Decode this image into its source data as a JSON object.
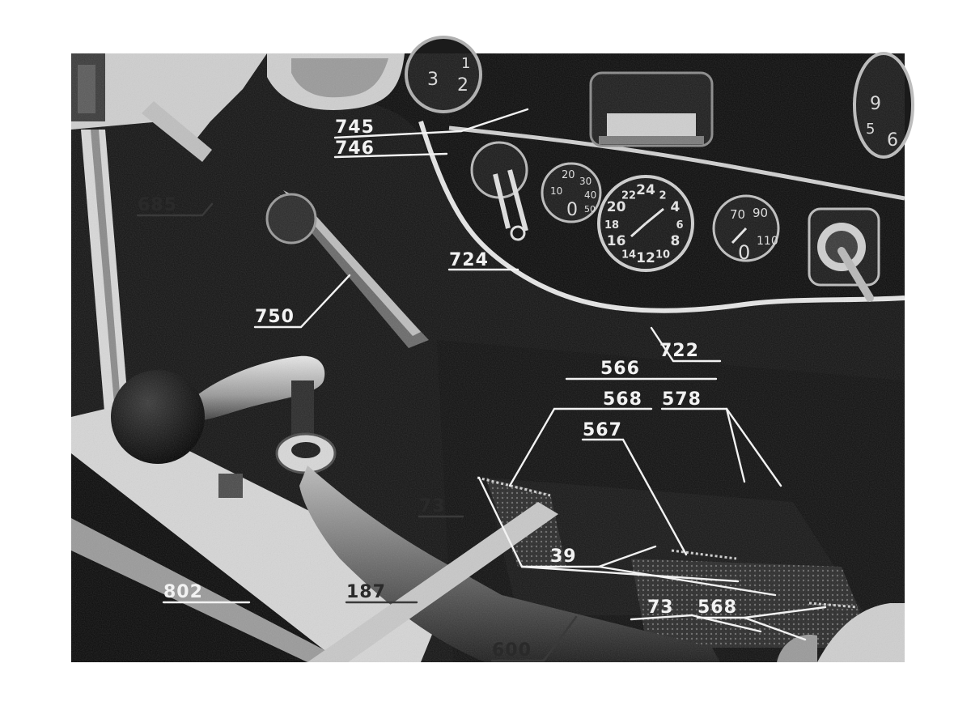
{
  "figure": {
    "callouts": [
      {
        "id": "c745",
        "text": "745"
      },
      {
        "id": "c746",
        "text": "746"
      },
      {
        "id": "c685",
        "text": "685"
      },
      {
        "id": "c724",
        "text": "724"
      },
      {
        "id": "c750",
        "text": "750"
      },
      {
        "id": "c722",
        "text": "722"
      },
      {
        "id": "c566",
        "text": "566"
      },
      {
        "id": "c568a",
        "text": "568"
      },
      {
        "id": "c578",
        "text": "578"
      },
      {
        "id": "c567",
        "text": "567"
      },
      {
        "id": "c73a",
        "text": "73"
      },
      {
        "id": "c39",
        "text": "39"
      },
      {
        "id": "c802",
        "text": "802"
      },
      {
        "id": "c187",
        "text": "187"
      },
      {
        "id": "c73b",
        "text": "73"
      },
      {
        "id": "c568b",
        "text": "568"
      },
      {
        "id": "c600",
        "text": "600"
      }
    ],
    "gauges": {
      "clock_numerals": [
        "24",
        "2",
        "4",
        "6",
        "8",
        "10",
        "12",
        "14",
        "16",
        "18",
        "20",
        "22"
      ],
      "left_gauge_numerals": [
        "20",
        "30",
        "10",
        "40",
        "0",
        "50"
      ],
      "right_gauge_numerals": [
        "70",
        "90",
        "110",
        "0"
      ],
      "top_gauge_numerals": [
        "3",
        "2",
        "1"
      ],
      "tr_gauge_numerals": [
        "9",
        "6",
        "5"
      ]
    },
    "colors": {
      "background": "#ffffff",
      "photo_dark": "#141414",
      "panel": "#0c0c0c",
      "metal_light": "#cfcfcf",
      "label": "#f2f2f2"
    }
  }
}
